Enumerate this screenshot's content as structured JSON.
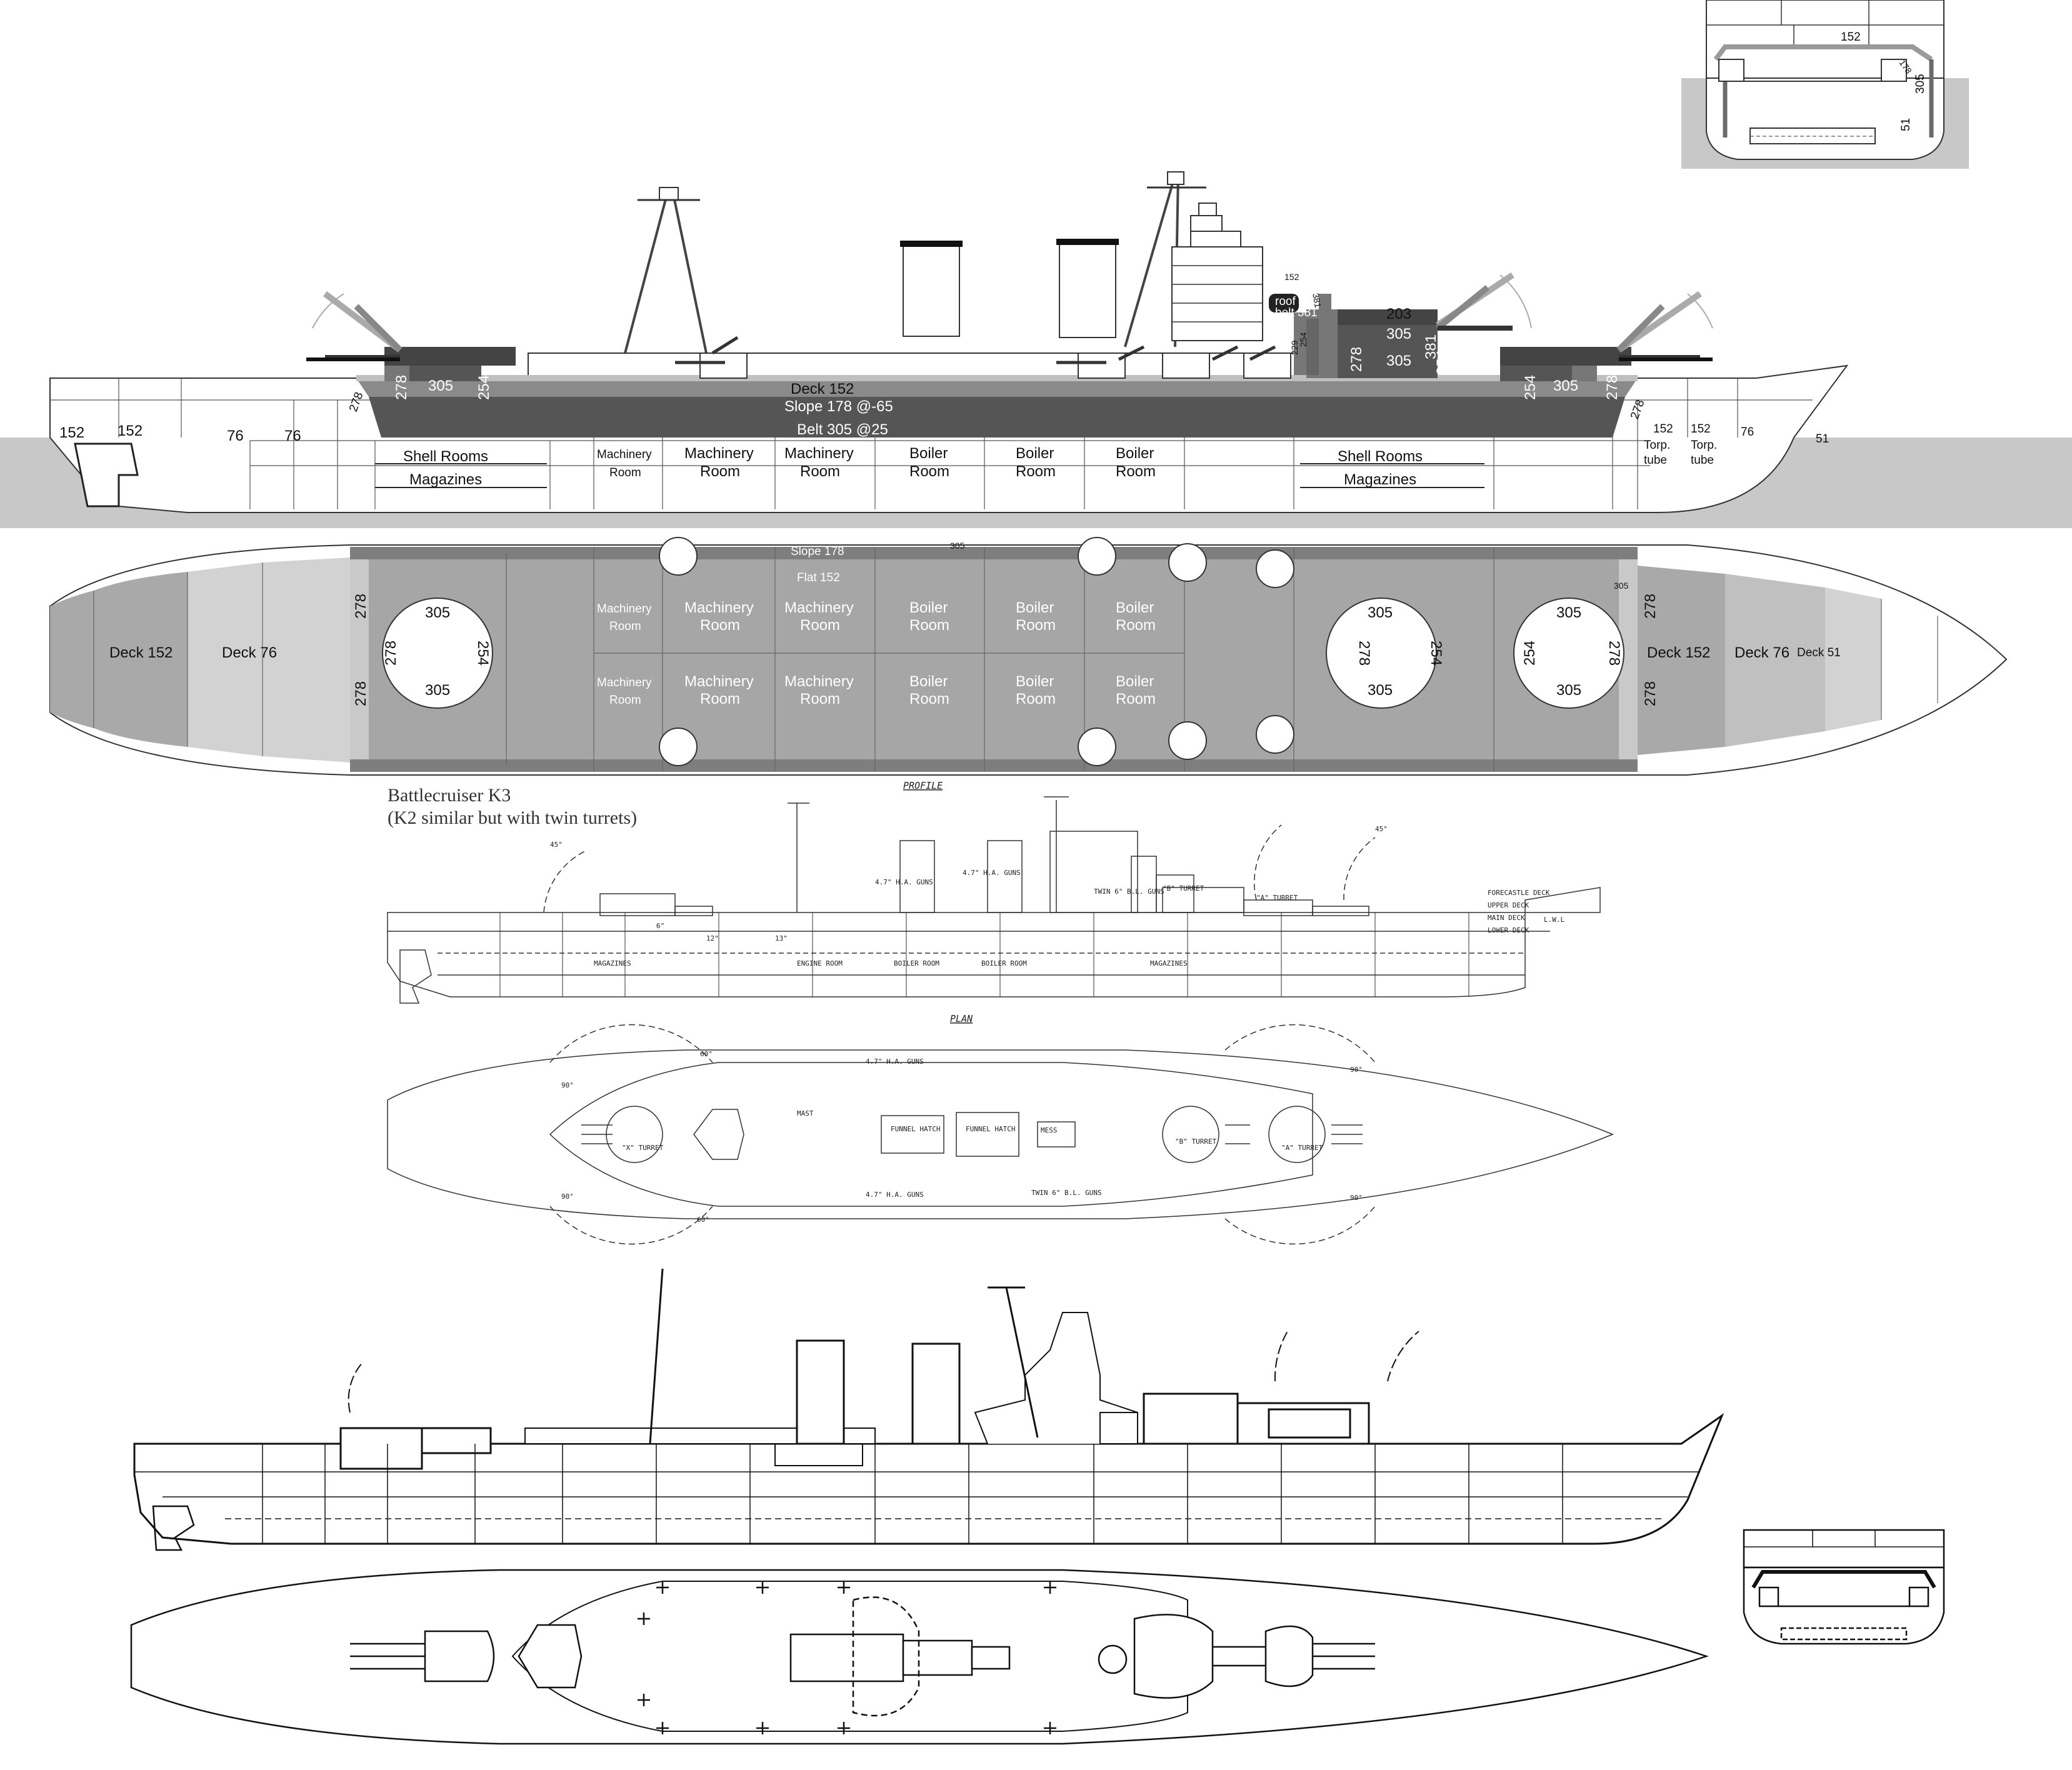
{
  "caption": {
    "line1": "Battlecruiser K3",
    "line2": "(K2 similar but with twin turrets)"
  },
  "section_inset": {
    "deck": "152",
    "slope": "178",
    "belt": "305",
    "lower": "51"
  },
  "armour_profile": {
    "deck": "Deck 152",
    "slope": "Slope 178 @-65",
    "belt": "Belt 305 @25",
    "fore_barbette": "305",
    "fore_barbette_side": "278",
    "fore_barbette_rear": "254",
    "bulkhead_fore": "278",
    "bulkhead_aft": "278",
    "ct_top": "152",
    "ct_roof": "roof 203",
    "ct_belt": "belt 381",
    "ct_side": "381",
    "ct_tube": "254",
    "ct_base": "229",
    "rear_turret_roof": "203",
    "rear_turret_face": "305",
    "rear_turret_barbette": "305",
    "rear_turret_side": "278",
    "rear_turret_rear": "254",
    "rear_turret_side2": "381",
    "aft_barbette": "305",
    "aft_barbette_side": "254",
    "aft_barbette_rear": "278",
    "bow_deck_1": "152",
    "bow_deck_2": "152",
    "bow_deck_3": "76",
    "bow_deck_4": "76",
    "stern_deck_1": "152",
    "stern_deck_2": "152",
    "stern_deck_3": "76",
    "stern_deck_4": "51"
  },
  "compartments": {
    "shell_rooms": "Shell Rooms",
    "magazines": "Magazines",
    "machinery": "Machinery",
    "boiler": "Boiler",
    "room": "Room",
    "torp": "Torp.",
    "tube": "tube"
  },
  "armour_plan": {
    "deck_fore_152": "Deck 152",
    "deck_fore_76": "Deck 76",
    "deck_aft_152": "Deck 152",
    "deck_aft_76": "Deck 76",
    "deck_aft_51": "Deck 51",
    "slope": "Slope 178",
    "flat": "Flat 152",
    "belt_note": "305",
    "belt_note_aft": "305",
    "barbette_face": "305",
    "barbette_side": "278",
    "barbette_rear": "254",
    "bulkhead": "278"
  },
  "archive_drawing": {
    "profile_title": "PROFILE",
    "plan_title": "PLAN",
    "turret_a": "\"A\" TURRET",
    "turret_b": "\"B\" TURRET",
    "turret_x": "\"X\" TURRET",
    "funnel_hatch": "FUNNEL HATCH",
    "mess": "MESS",
    "mast": "MAST",
    "upper_deck": "UPPER DECK",
    "main_deck": "MAIN DECK",
    "lower_deck": "LOWER DECK",
    "forecastle_deck": "FORECASTLE DECK",
    "lwl": "L.W.L",
    "magazines": "MAGAZINES",
    "engine_room": "ENGINE ROOM",
    "boiler_room": "BOILER ROOM",
    "deg_45": "45°",
    "deg_60": "60°",
    "deg_90": "90°",
    "ha_guns": "4.7\" H.A. GUNS",
    "bl_guns": "TWIN 6\" B.L. GUNS",
    "plate_6": "6\"",
    "plate_12": "12\"",
    "plate_13": "13\""
  }
}
